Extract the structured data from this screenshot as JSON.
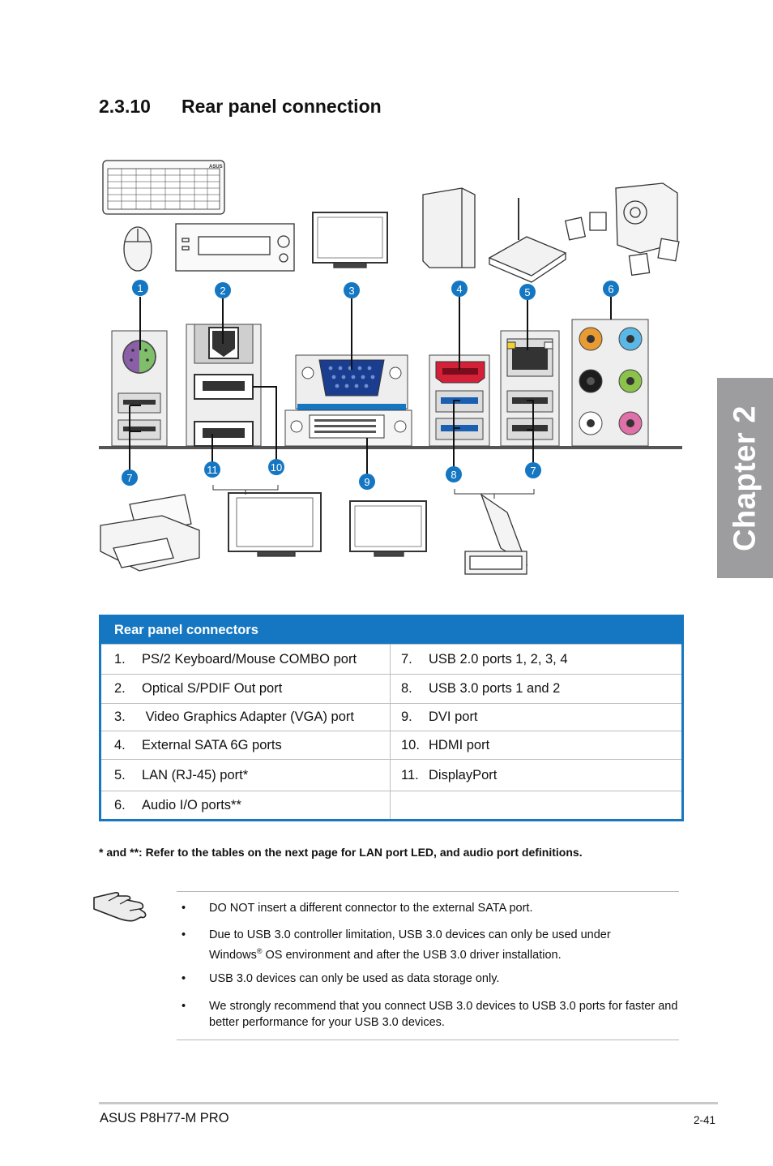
{
  "section": {
    "number": "2.3.10",
    "title": "Rear panel connection"
  },
  "chapter_tab": "Chapter 2",
  "diagram": {
    "callouts": [
      "1",
      "2",
      "3",
      "4",
      "5",
      "6",
      "7",
      "11",
      "10",
      "9",
      "8",
      "7"
    ],
    "keyboard_brand": "ASUS"
  },
  "table": {
    "header": "Rear panel connectors",
    "rows": [
      {
        "l_num": "1.",
        "l_text": "PS/2 Keyboard/Mouse COMBO port",
        "r_num": "7.",
        "r_text": "USB 2.0 ports 1, 2, 3, 4"
      },
      {
        "l_num": "2.",
        "l_text": "Optical S/PDIF Out port",
        "r_num": "8.",
        "r_text": "USB 3.0 ports 1 and 2"
      },
      {
        "l_num": "3.",
        "l_text": " Video Graphics Adapter (VGA) port",
        "r_num": "9.",
        "r_text": "DVI port"
      },
      {
        "l_num": "4.",
        "l_text": "External SATA 6G ports",
        "r_num": "10.",
        "r_text": "HDMI port"
      },
      {
        "l_num": "5.",
        "l_text": "LAN (RJ-45) port*",
        "r_num": "11.",
        "r_text": "DisplayPort"
      },
      {
        "l_num": "6.",
        "l_text": "Audio I/O ports**",
        "r_num": "",
        "r_text": ""
      }
    ]
  },
  "footnote": "* and **: Refer to the tables on the next page for LAN port LED, and audio port definitions.",
  "notes": {
    "bullet": "•",
    "items": [
      "DO NOT insert a different connector to the external SATA port.",
      "Due to USB 3.0 controller limitation, USB 3.0 devices can only be used under Windows",
      "USB 3.0 devices can only be used as data storage only.",
      "We strongly recommend that you connect USB 3.0 devices to USB 3.0 ports for faster and better performance for your USB 3.0 devices."
    ],
    "item2_sup": "®",
    "item2_rest": " OS environment and after the USB 3.0 driver installation."
  },
  "footer": {
    "model": "ASUS P8H77-M PRO",
    "page": "2-41"
  },
  "colors": {
    "accent_blue": "#1577c2",
    "tab_gray": "#9d9d9f",
    "esata_red": "#d5203a",
    "usb3_blue": "#1b5fb0"
  }
}
